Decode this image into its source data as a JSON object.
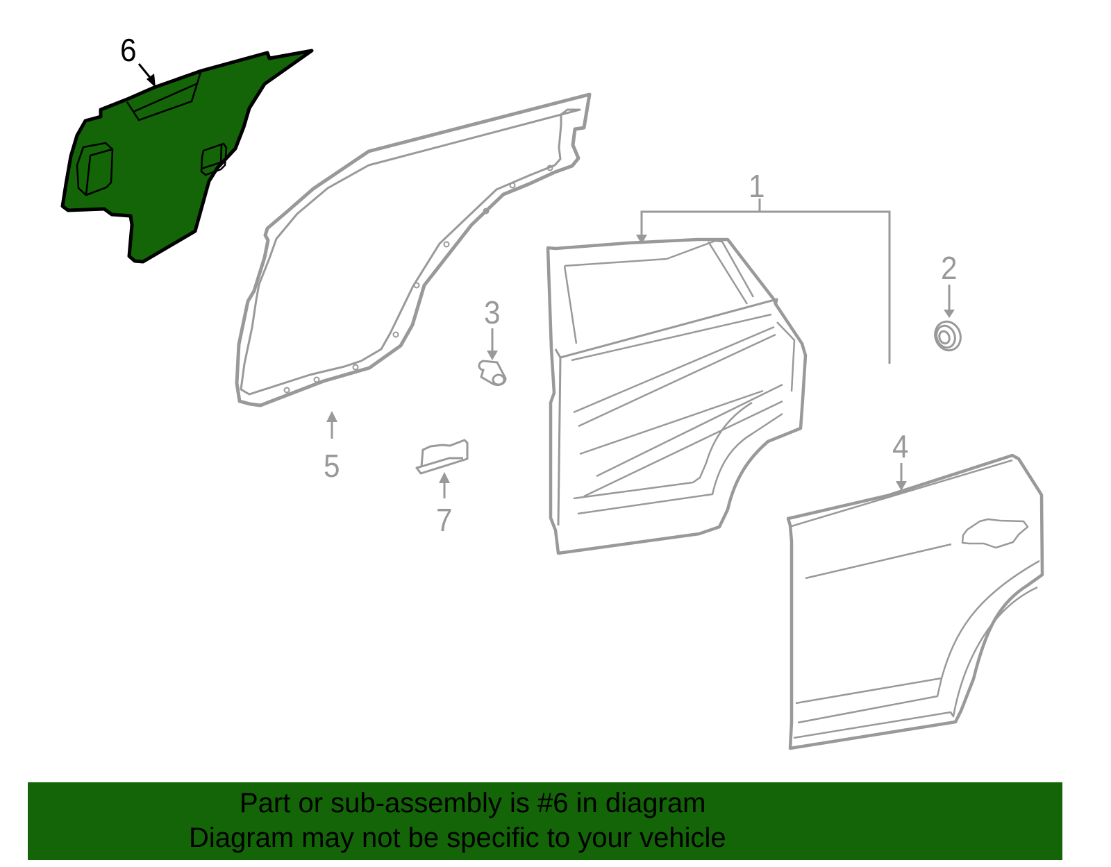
{
  "diagram": {
    "highlight_color": "#136508",
    "line_color": "#999999",
    "highlight_outline": "#000000",
    "callouts": [
      {
        "number": "6",
        "part": "door-insulator-panel",
        "highlighted": true
      },
      {
        "number": "5",
        "part": "door-weatherstrip"
      },
      {
        "number": "3",
        "part": "door-bumper"
      },
      {
        "number": "7",
        "part": "clip-bracket"
      },
      {
        "number": "1",
        "part": "door-assembly"
      },
      {
        "number": "2",
        "part": "plug-grommet"
      },
      {
        "number": "4",
        "part": "outer-door-panel"
      }
    ]
  },
  "banner": {
    "background": "#136508",
    "line1": "Part or sub-assembly is #6 in diagram",
    "line2": "Diagram may not be specific to your vehicle"
  }
}
